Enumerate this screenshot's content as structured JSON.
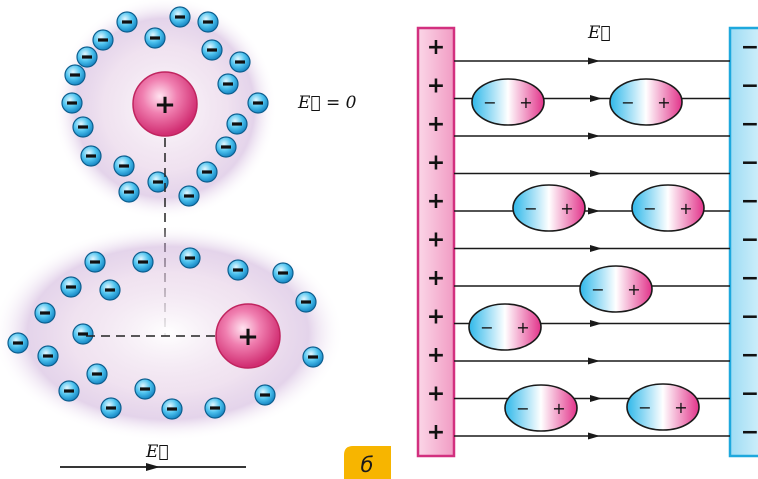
{
  "labels": {
    "field_zero": "E⃗ = 0",
    "field_left": "E⃗",
    "field_right": "E⃗",
    "panel_letter": "б"
  },
  "signs": {
    "plus": "+",
    "minus": "−"
  },
  "colors": {
    "positive": "#e0407e",
    "negative": "#29b7ea",
    "plate_plus": "#f3b6d3",
    "plate_minus": "#bfe8f8",
    "badge": "#f7b500"
  },
  "icons": [
    "nucleus-icon",
    "electron-icon",
    "dipole-molecule-icon",
    "arrow-icon"
  ],
  "plate_plus_count": 11,
  "plate_minus_count": 11
}
